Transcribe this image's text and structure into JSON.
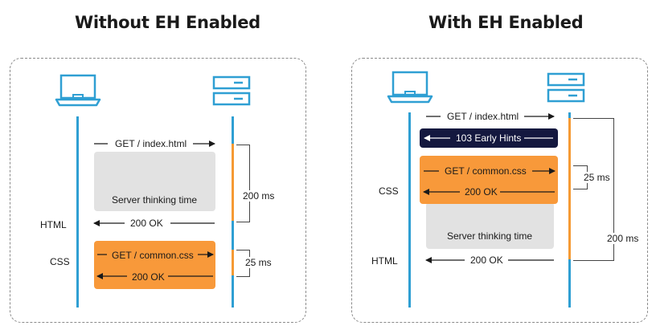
{
  "left": {
    "title": "Without EH Enabled",
    "request_index": "GET / index.html",
    "server_thinking": "Server thinking time",
    "bracket_200": "200 ms",
    "html_label": "HTML",
    "response_ok": "200 OK",
    "css_label": "CSS",
    "request_css": "GET / common.css",
    "css_ok": "200 OK",
    "bracket_25": "25 ms"
  },
  "right": {
    "title": "With EH Enabled",
    "request_index": "GET / index.html",
    "early_hints": "103 Early Hints",
    "request_css": "GET / common.css",
    "css_ok": "200 OK",
    "css_label": "CSS",
    "bracket_25": "25 ms",
    "server_thinking": "Server thinking time",
    "bracket_200": "200 ms",
    "html_label": "HTML",
    "response_ok": "200 OK"
  },
  "colors": {
    "timeline": "#2f9fd3",
    "orange": "#f8993a",
    "navy": "#14183f",
    "gray": "#e2e2e2"
  },
  "icons": [
    "laptop-icon",
    "server-icon"
  ]
}
